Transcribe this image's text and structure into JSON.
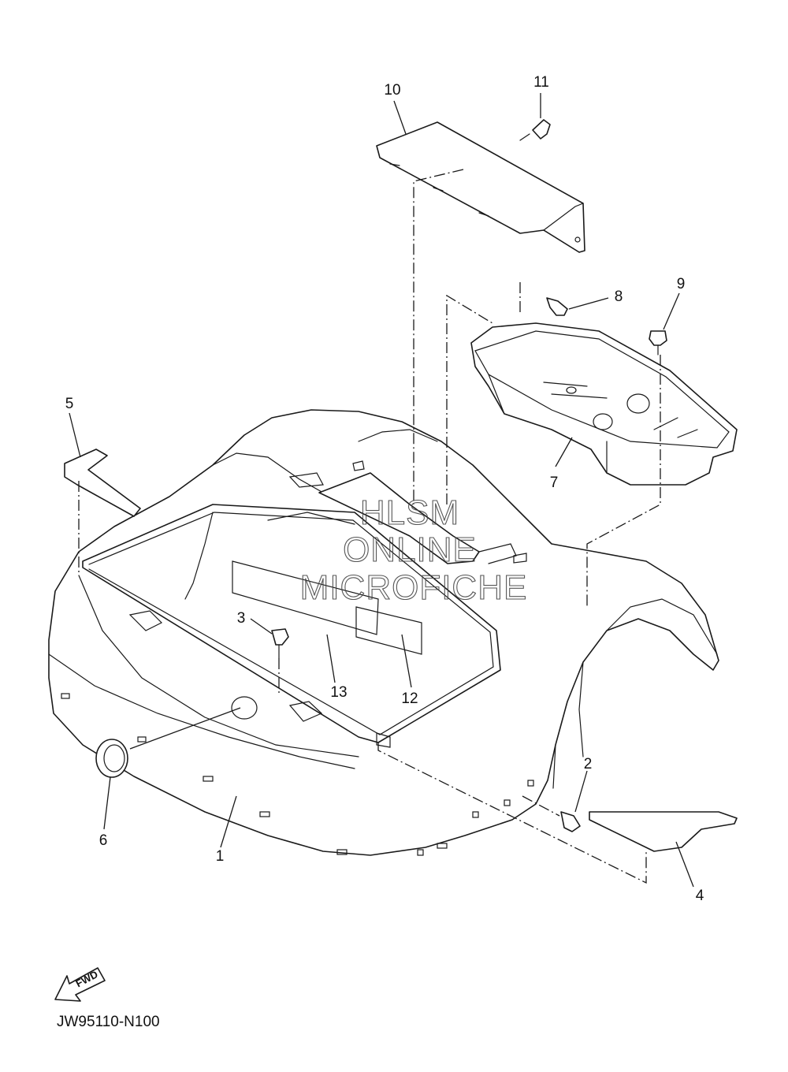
{
  "diagram_code": "JW95110-N100",
  "watermark": [
    "HLSM",
    "ONLINE",
    "MICROFICHE"
  ],
  "forward_label": "FWD",
  "callouts": [
    {
      "id": "1",
      "label": "1"
    },
    {
      "id": "2",
      "label": "2"
    },
    {
      "id": "3",
      "label": "3"
    },
    {
      "id": "4",
      "label": "4"
    },
    {
      "id": "5",
      "label": "5"
    },
    {
      "id": "6",
      "label": "6"
    },
    {
      "id": "7",
      "label": "7"
    },
    {
      "id": "8",
      "label": "8"
    },
    {
      "id": "9",
      "label": "9"
    },
    {
      "id": "10",
      "label": "10"
    },
    {
      "id": "11",
      "label": "11"
    },
    {
      "id": "12",
      "label": "12"
    },
    {
      "id": "13",
      "label": "13"
    }
  ]
}
